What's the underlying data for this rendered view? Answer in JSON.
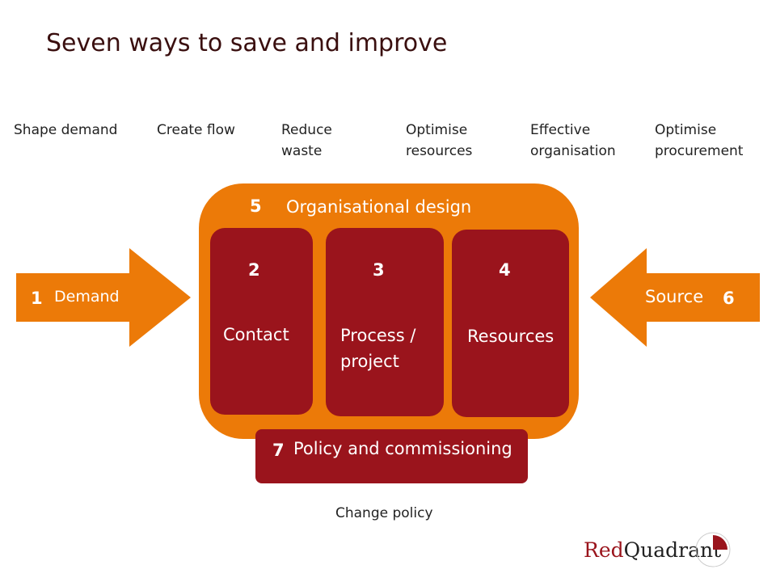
{
  "title": "Seven ways to save and improve",
  "levers": [
    "Shape demand",
    "Create flow",
    "Reduce\nwaste",
    "Optimise\nresources",
    "Effective\norganisation",
    "Optimise\nprocurement"
  ],
  "demand": {
    "num": "1",
    "label": "Demand"
  },
  "source": {
    "num": "6",
    "label": "Source"
  },
  "org": {
    "num": "5",
    "label": "Organisational design"
  },
  "boxes": [
    {
      "num": "2",
      "label": "Contact"
    },
    {
      "num": "3",
      "label": "Process /\nproject"
    },
    {
      "num": "4",
      "label": "Resources"
    }
  ],
  "policy": {
    "num": "7",
    "label": "Policy and commissioning"
  },
  "change_policy": "Change policy",
  "logo": {
    "red": "Red",
    "dark": "Quadrant"
  },
  "colors": {
    "orange": "#EC7A08",
    "red": "#9A141C"
  }
}
